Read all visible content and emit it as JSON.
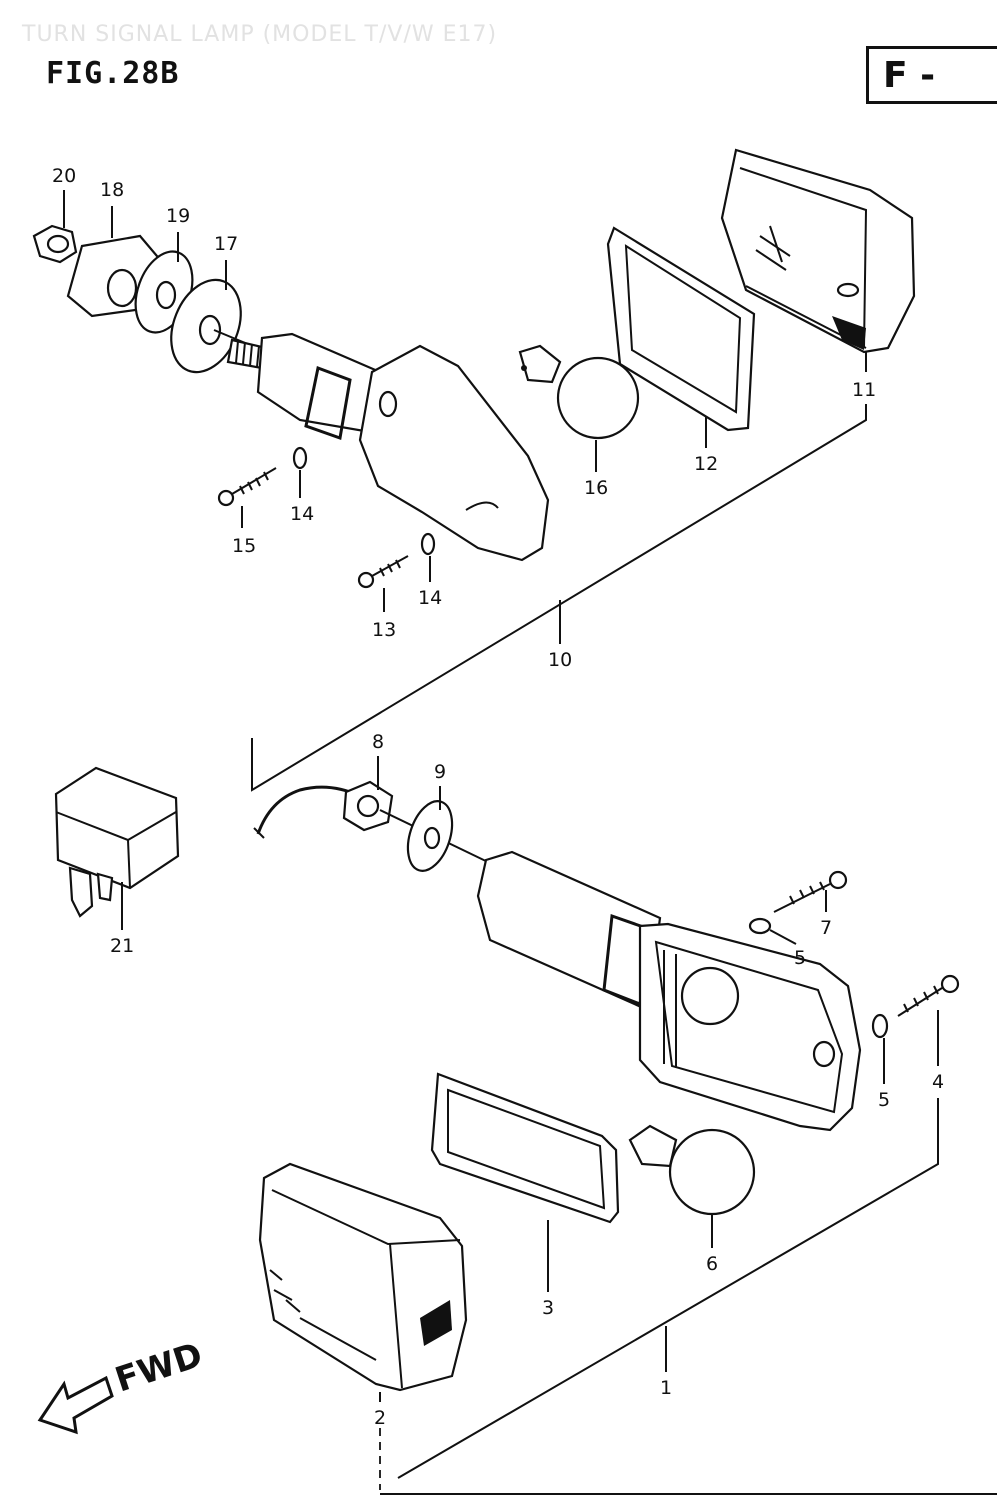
{
  "header": {
    "subtitle": "TURN SIGNAL LAMP (MODEL T/V/W E17)",
    "figure": "FIG.28B",
    "section_code": "F -"
  },
  "callouts": [
    {
      "id": "20",
      "text": "20"
    },
    {
      "id": "18",
      "text": "18"
    },
    {
      "id": "19",
      "text": "19"
    },
    {
      "id": "17",
      "text": "17"
    },
    {
      "id": "11",
      "text": "11"
    },
    {
      "id": "12",
      "text": "12"
    },
    {
      "id": "16",
      "text": "16"
    },
    {
      "id": "14a",
      "text": "14"
    },
    {
      "id": "15",
      "text": "15"
    },
    {
      "id": "14b",
      "text": "14"
    },
    {
      "id": "13",
      "text": "13"
    },
    {
      "id": "10",
      "text": "10"
    },
    {
      "id": "8",
      "text": "8"
    },
    {
      "id": "9",
      "text": "9"
    },
    {
      "id": "21",
      "text": "21"
    },
    {
      "id": "7",
      "text": "7"
    },
    {
      "id": "5a",
      "text": "5"
    },
    {
      "id": "5b",
      "text": "5"
    },
    {
      "id": "4",
      "text": "4"
    },
    {
      "id": "3",
      "text": "3"
    },
    {
      "id": "6",
      "text": "6"
    },
    {
      "id": "2",
      "text": "2"
    },
    {
      "id": "1",
      "text": "1"
    }
  ],
  "direction_indicator": {
    "text": "FWD",
    "icon": "arrow-left-icon"
  }
}
